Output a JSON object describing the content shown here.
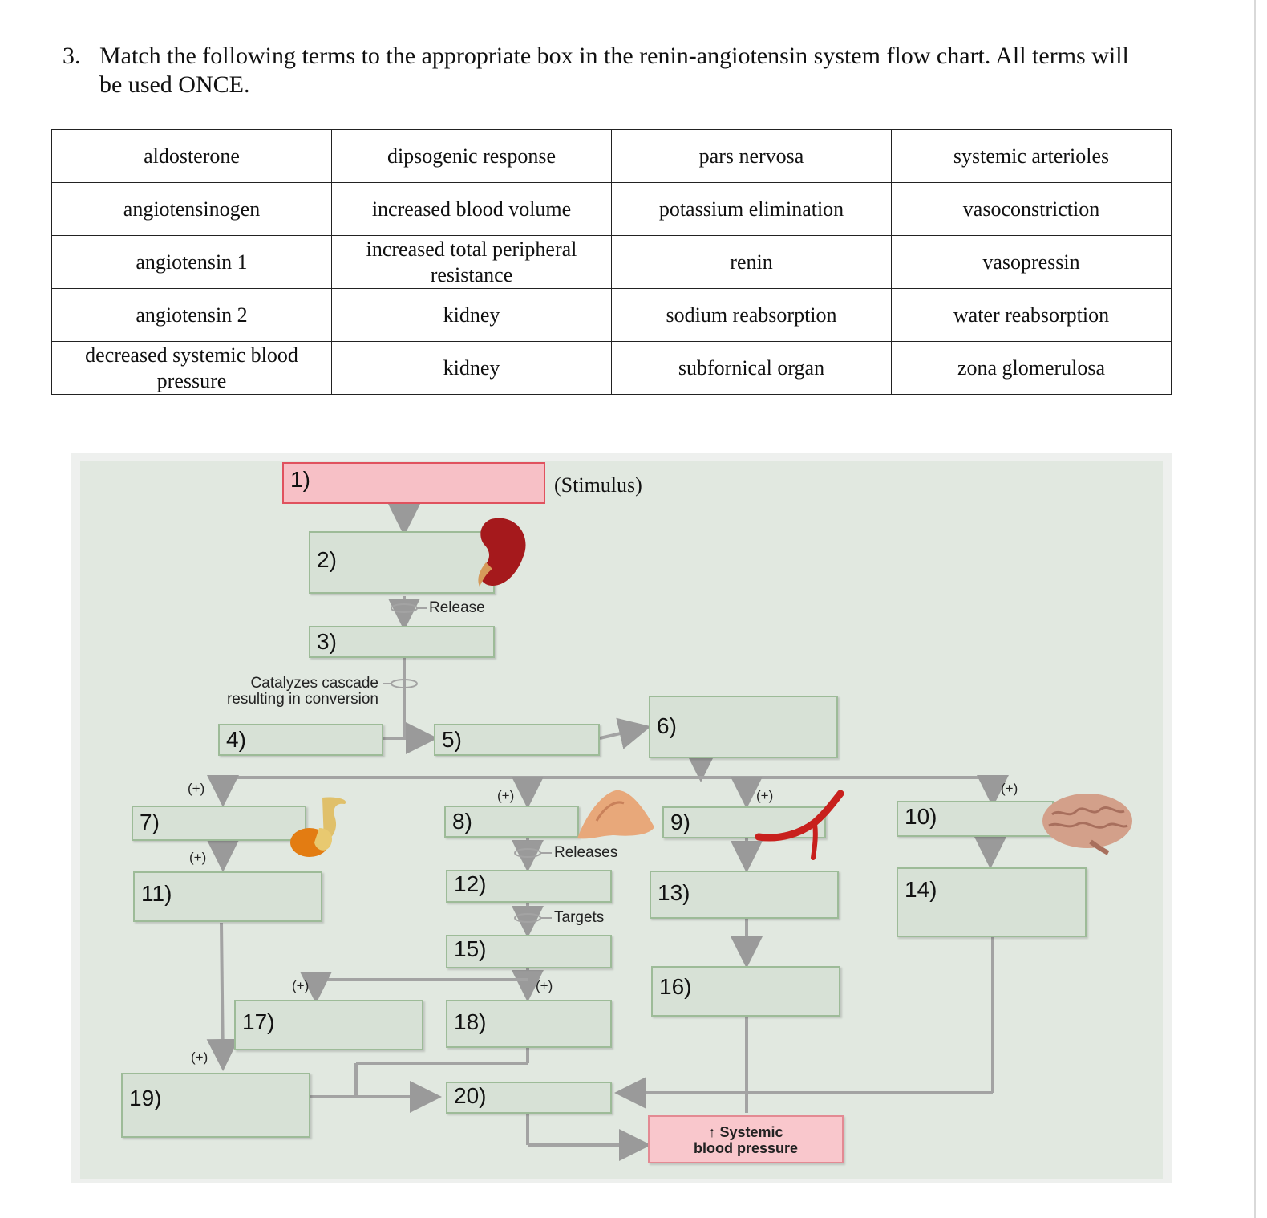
{
  "question": {
    "number": "3.",
    "line1": "Match the following terms to the appropriate box in the renin-angiotensin system flow chart. All terms will",
    "line2": "be used ONCE."
  },
  "terms": [
    [
      "aldosterone",
      "dipsogenic response",
      "pars nervosa",
      "systemic arterioles"
    ],
    [
      "angiotensinogen",
      "increased blood volume",
      "potassium elimination",
      "vasoconstriction"
    ],
    [
      "angiotensin 1",
      "increased total peripheral resistance",
      "renin",
      "vasopressin"
    ],
    [
      "angiotensin 2",
      "kidney",
      "sodium reabsorption",
      "water reabsorption"
    ],
    [
      "decreased systemic blood pressure",
      "kidney",
      "subfornical organ",
      "zona glomerulosa"
    ]
  ],
  "flowchart": {
    "stimulus": "(Stimulus)",
    "box_labels": [
      "1)",
      "2)",
      "3)",
      "4)",
      "5)",
      "6)",
      "7)",
      "8)",
      "9)",
      "10)",
      "11)",
      "12)",
      "13)",
      "14)",
      "15)",
      "16)",
      "17)",
      "18)",
      "19)",
      "20)"
    ],
    "release": "Release",
    "catalyzes_line1": "Catalyzes cascade",
    "catalyzes_line2": "resulting in conversion",
    "releases": "Releases",
    "targets": "Targets",
    "plus": "(+)",
    "result_line1": "↑ Systemic",
    "result_line2": "blood pressure",
    "icons": [
      "kidney-icon",
      "adrenal-gland-icon",
      "pituitary-icon",
      "artery-icon",
      "brain-icon"
    ],
    "colors": {
      "box_fill": "#d7e1d6",
      "box_border": "#9dbb98",
      "stimulus_fill": "#f7c0c6",
      "arrow": "#9a9a9a"
    }
  }
}
